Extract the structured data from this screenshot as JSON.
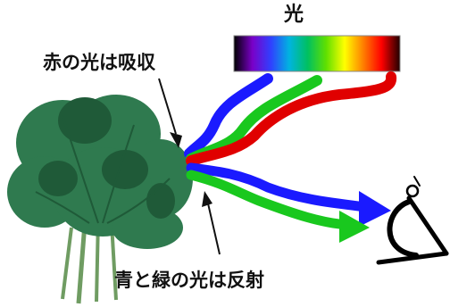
{
  "diagram": {
    "title": "光",
    "absorbed_label": "赤の光は吸収",
    "reflected_label": "青と緑の光は反射"
  },
  "colors": {
    "leaf": "#2f7a4f",
    "leaf_dark": "#1f5a38",
    "stem": "#6f9c62",
    "blue_ray": "#1a1aff",
    "green_ray": "#19c81e",
    "red_ray": "#e00000",
    "arrow": "#111111",
    "spectrum": [
      "#000000",
      "#7a00c8",
      "#3040ff",
      "#00b4e0",
      "#00c060",
      "#60e000",
      "#ffff00",
      "#ff8000",
      "#ff0000",
      "#200000"
    ]
  },
  "icons": [
    "spinach-plant-icon",
    "eye-icon"
  ]
}
